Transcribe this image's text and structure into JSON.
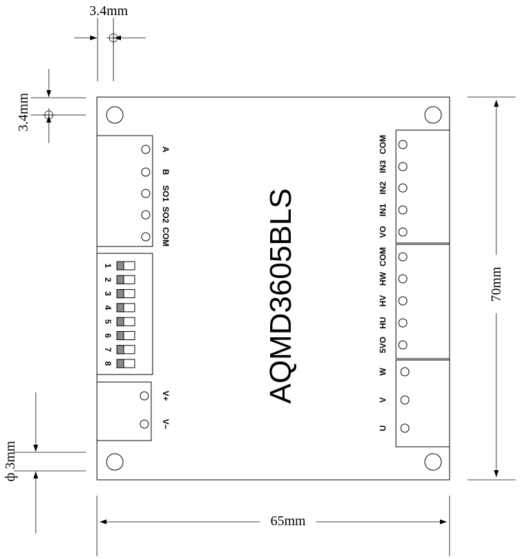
{
  "board": {
    "model": "AQMD3605BLS"
  },
  "dimensions": {
    "hole_offset_x": "3.4mm",
    "hole_offset_y": "3.4mm",
    "hole_diameter": "ф 3mm",
    "height": "70mm",
    "width": "65mm"
  },
  "terminals": {
    "comm": [
      "A",
      "B",
      "SO1",
      "SO2",
      "COM"
    ],
    "power": [
      "V+",
      "V−"
    ],
    "control": [
      "COM",
      "IN3",
      "IN2",
      "IN1",
      "VO"
    ],
    "hall": [
      "COM",
      "HW",
      "HV",
      "HU",
      "5VO"
    ],
    "motor": [
      "W",
      "V",
      "U"
    ]
  },
  "dip_switch": {
    "labels": [
      "1",
      "2",
      "3",
      "4",
      "5",
      "6",
      "7",
      "8"
    ]
  }
}
